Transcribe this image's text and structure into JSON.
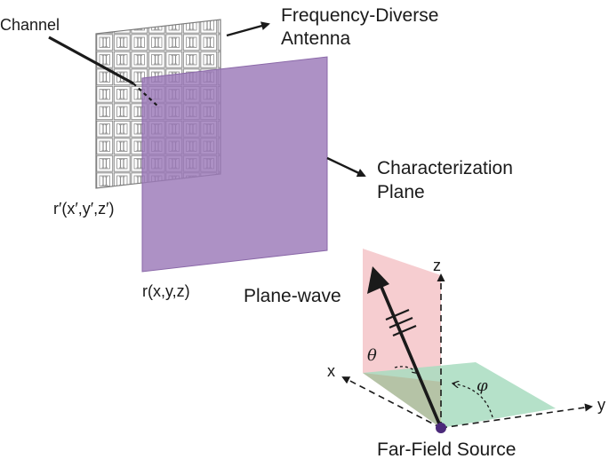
{
  "labels": {
    "channel": "Channel",
    "antenna_line1": "Frequency-Diverse",
    "antenna_line2": "Antenna",
    "plane_line1": "Characterization",
    "plane_line2": "Plane",
    "r_prime": "r′(x′,y′,z′)",
    "r": "r(x,y,z)",
    "plane_wave": "Plane-wave",
    "far_field_source": "Far-Field Source",
    "axis_x": "x",
    "axis_y": "y",
    "axis_z": "z",
    "theta": "θ",
    "phi": "φ"
  },
  "colors": {
    "characterization_plane": "#9b79b8",
    "antenna_grid": "#8c8c8c",
    "pink_plane": "#f4c4c8",
    "green_plane": "#a8dcc0",
    "source_dot": "#4b2a7a",
    "ink": "#1a1a1a"
  }
}
